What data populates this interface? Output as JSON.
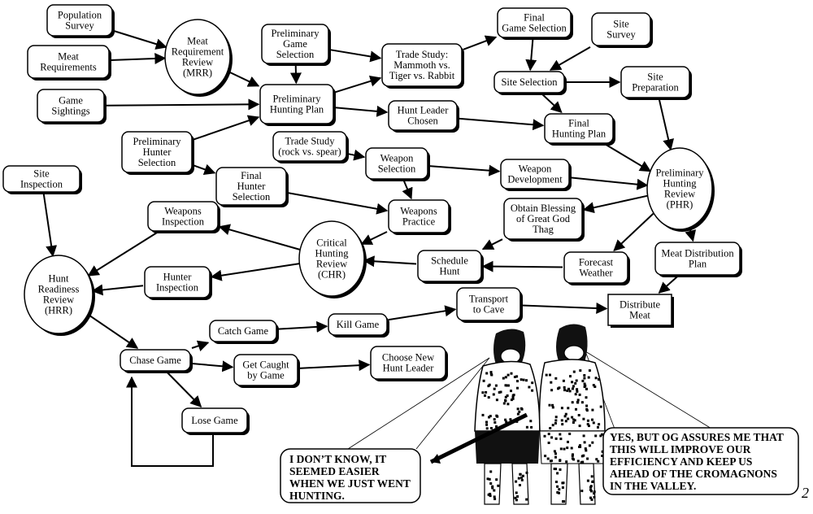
{
  "nodes": [
    {
      "id": "population-survey",
      "lines": [
        "Population",
        "Survey"
      ]
    },
    {
      "id": "meat-requirements",
      "lines": [
        "Meat",
        "Requirements"
      ]
    },
    {
      "id": "game-sightings",
      "lines": [
        "Game",
        "Sightings"
      ]
    },
    {
      "id": "mrr",
      "lines": [
        "Meat",
        "Requirement",
        "Review",
        "(MRR)"
      ]
    },
    {
      "id": "preliminary-game-selection",
      "lines": [
        "Preliminary",
        "Game",
        "Selection"
      ]
    },
    {
      "id": "preliminary-hunting-plan",
      "lines": [
        "Preliminary",
        "Hunting Plan"
      ]
    },
    {
      "id": "trade-study-mammoth",
      "lines": [
        "Trade Study:",
        "Mammoth vs.",
        "Tiger vs. Rabbit"
      ]
    },
    {
      "id": "final-game-selection",
      "lines": [
        "Final",
        "Game Selection"
      ]
    },
    {
      "id": "site-survey",
      "lines": [
        "Site",
        "Survey"
      ]
    },
    {
      "id": "site-selection",
      "lines": [
        "Site Selection"
      ]
    },
    {
      "id": "site-preparation",
      "lines": [
        "Site",
        "Preparation"
      ]
    },
    {
      "id": "hunt-leader-chosen",
      "lines": [
        "Hunt Leader",
        "Chosen"
      ]
    },
    {
      "id": "final-hunting-plan",
      "lines": [
        "Final",
        "Hunting Plan"
      ]
    },
    {
      "id": "preliminary-hunter-selection",
      "lines": [
        "Preliminary",
        "Hunter",
        "Selection"
      ]
    },
    {
      "id": "trade-study-rock",
      "lines": [
        "Trade Study",
        "(rock vs. spear)"
      ]
    },
    {
      "id": "weapon-selection",
      "lines": [
        "Weapon",
        "Selection"
      ]
    },
    {
      "id": "weapon-development",
      "lines": [
        "Weapon",
        "Development"
      ]
    },
    {
      "id": "phr",
      "lines": [
        "Preliminary",
        "Hunting",
        "Review",
        "(PHR)"
      ]
    },
    {
      "id": "site-inspection",
      "lines": [
        "Site",
        "Inspection"
      ]
    },
    {
      "id": "final-hunter-selection",
      "lines": [
        "Final",
        "Hunter",
        "Selection"
      ]
    },
    {
      "id": "weapons-inspection",
      "lines": [
        "Weapons",
        "Inspection"
      ]
    },
    {
      "id": "weapons-practice",
      "lines": [
        "Weapons",
        "Practice"
      ]
    },
    {
      "id": "obtain-blessing",
      "lines": [
        "Obtain Blessing",
        "of Great God",
        "Thag"
      ]
    },
    {
      "id": "chr",
      "lines": [
        "Critical",
        "Hunting",
        "Review",
        "(CHR)"
      ]
    },
    {
      "id": "hrr",
      "lines": [
        "Hunt",
        "Readiness",
        "Review",
        "(HRR)"
      ]
    },
    {
      "id": "schedule-hunt",
      "lines": [
        "Schedule",
        "Hunt"
      ]
    },
    {
      "id": "forecast-weather",
      "lines": [
        "Forecast",
        "Weather"
      ]
    },
    {
      "id": "meat-distribution-plan",
      "lines": [
        "Meat Distribution",
        "Plan"
      ]
    },
    {
      "id": "hunter-inspection",
      "lines": [
        "Hunter",
        "Inspection"
      ]
    },
    {
      "id": "transport-to-cave",
      "lines": [
        "Transport",
        "to Cave"
      ]
    },
    {
      "id": "distribute-meat",
      "lines": [
        "Distribute",
        "Meat"
      ]
    },
    {
      "id": "catch-game",
      "lines": [
        "Catch Game"
      ]
    },
    {
      "id": "kill-game",
      "lines": [
        "Kill Game"
      ]
    },
    {
      "id": "chase-game",
      "lines": [
        "Chase Game"
      ]
    },
    {
      "id": "get-caught-by-game",
      "lines": [
        "Get Caught",
        "by Game"
      ]
    },
    {
      "id": "choose-new-hunt-leader",
      "lines": [
        "Choose New",
        "Hunt Leader"
      ]
    },
    {
      "id": "lose-game",
      "lines": [
        "Lose Game"
      ]
    }
  ],
  "edges": [
    [
      "population-survey",
      "mrr"
    ],
    [
      "meat-requirements",
      "mrr"
    ],
    [
      "mrr",
      "preliminary-hunting-plan"
    ],
    [
      "game-sightings",
      "preliminary-hunting-plan"
    ],
    [
      "preliminary-game-selection",
      "preliminary-hunting-plan"
    ],
    [
      "preliminary-game-selection",
      "trade-study-mammoth"
    ],
    [
      "preliminary-hunting-plan",
      "trade-study-mammoth"
    ],
    [
      "trade-study-mammoth",
      "final-game-selection"
    ],
    [
      "final-game-selection",
      "site-selection"
    ],
    [
      "site-survey",
      "site-selection"
    ],
    [
      "site-selection",
      "site-preparation"
    ],
    [
      "site-selection",
      "final-hunting-plan"
    ],
    [
      "preliminary-hunting-plan",
      "hunt-leader-chosen"
    ],
    [
      "hunt-leader-chosen",
      "final-hunting-plan"
    ],
    [
      "final-hunting-plan",
      "phr"
    ],
    [
      "site-preparation",
      "phr"
    ],
    [
      "preliminary-hunter-selection",
      "preliminary-hunting-plan"
    ],
    [
      "preliminary-hunter-selection",
      "final-hunter-selection"
    ],
    [
      "trade-study-rock",
      "weapon-selection"
    ],
    [
      "weapon-selection",
      "weapon-development"
    ],
    [
      "weapon-development",
      "phr"
    ],
    [
      "weapon-selection",
      "weapons-practice"
    ],
    [
      "final-hunter-selection",
      "weapons-practice"
    ],
    [
      "phr",
      "obtain-blessing"
    ],
    [
      "phr",
      "forecast-weather"
    ],
    [
      "phr",
      "meat-distribution-plan"
    ],
    [
      "obtain-blessing",
      "schedule-hunt"
    ],
    [
      "forecast-weather",
      "schedule-hunt"
    ],
    [
      "schedule-hunt",
      "chr"
    ],
    [
      "weapons-practice",
      "chr"
    ],
    [
      "chr",
      "weapons-inspection"
    ],
    [
      "chr",
      "hunter-inspection"
    ],
    [
      "weapons-inspection",
      "hrr"
    ],
    [
      "hunter-inspection",
      "hrr"
    ],
    [
      "site-inspection",
      "hrr"
    ],
    [
      "hrr",
      "chase-game"
    ],
    [
      "chase-game",
      "catch-game"
    ],
    [
      "chase-game",
      "get-caught-by-game"
    ],
    [
      "chase-game",
      "lose-game"
    ],
    [
      "catch-game",
      "kill-game"
    ],
    [
      "kill-game",
      "transport-to-cave"
    ],
    [
      "get-caught-by-game",
      "choose-new-hunt-leader"
    ],
    [
      "transport-to-cave",
      "distribute-meat"
    ],
    [
      "meat-distribution-plan",
      "distribute-meat"
    ]
  ],
  "speech_bubbles": {
    "left": [
      "I DON’T KNOW, IT",
      "SEEMED EASIER",
      "WHEN WE JUST WENT",
      "HUNTING."
    ],
    "right": [
      "YES, BUT OG ASSURES ME THAT",
      "THIS WILL IMPROVE OUR",
      "EFFICIENCY AND KEEP US",
      "AHEAD OF THE CROMAGNONS",
      "IN THE VALLEY."
    ]
  },
  "page_number": "2",
  "colors": {
    "ink": "#000000",
    "paper": "#ffffff"
  }
}
